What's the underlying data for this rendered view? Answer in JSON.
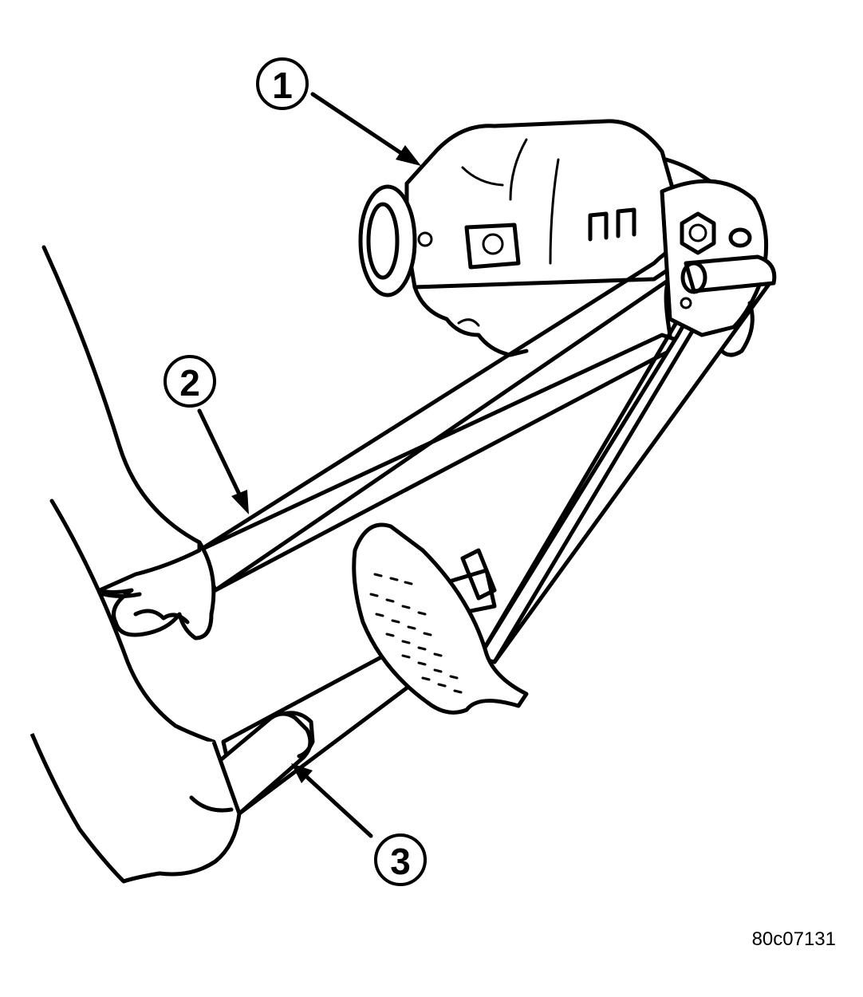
{
  "callouts": [
    {
      "label": "1"
    },
    {
      "label": "2"
    },
    {
      "label": "3"
    }
  ],
  "figure_id": "80c07131"
}
